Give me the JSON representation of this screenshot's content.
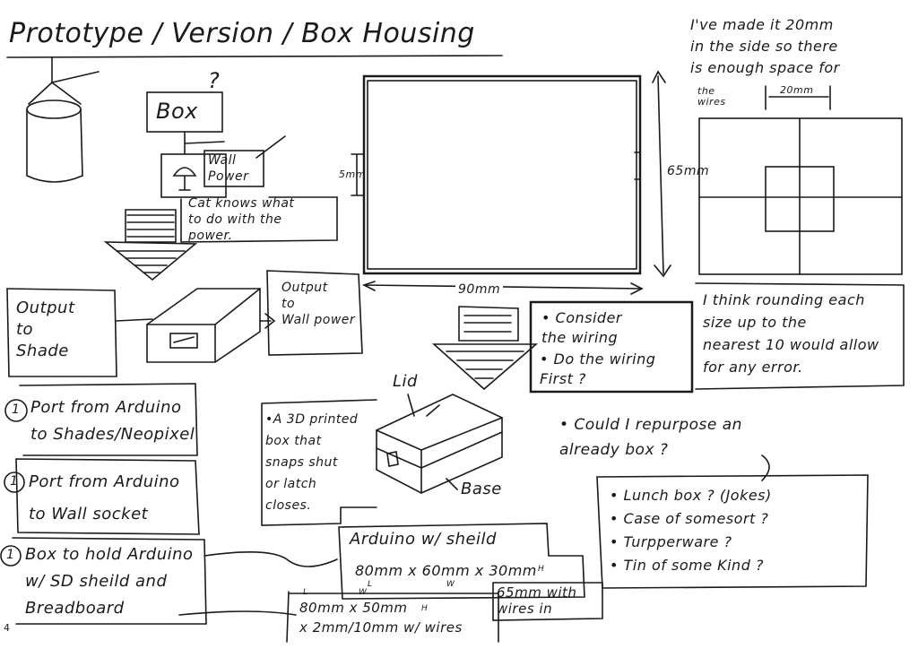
{
  "title": "Prototype / Version / Box Housing",
  "page_number": "4",
  "box_label": "Box",
  "box_question": "?",
  "wall_power": "Wall\nPower",
  "cat_note": "Cat knows what\nto do with the\npower.",
  "output_to_shade": "Output\nto\nShade",
  "output_to_wall": "Output\nto\nWall power",
  "dim_5mm": "5mm",
  "dim_65mm": "65mm",
  "dim_90mm": "90mm",
  "side_note": "I've made it 20mm\nin the side so there\nis enough space for",
  "the_wires": "the\nwires",
  "dim_20mm": "20mm",
  "rounding_note": "I think rounding each\nsize up to the\nnearest 10 would allow\nfor any error.",
  "wiring_notes": [
    "• Consider\n  the wiring",
    "• Do the wiring\n  First ?"
  ],
  "repurpose_note": "• Could I repurpose an\n  already box ?",
  "repurpose_options": [
    "• Lunch box ? (Jokes)",
    "• Case of somesort ?",
    "• Turpperware ?",
    "• Tin of some Kind ?"
  ],
  "tasks": [
    {
      "number": "1",
      "text": "Port from Arduino\nto Shades/Neopixel"
    },
    {
      "number": "1",
      "text": "Port from Arduino\nto Wall socket"
    },
    {
      "number": "1",
      "text": "Box to hold Arduino\nw/ SD sheild and\nBreadboard"
    }
  ],
  "printed_box_note": "•A 3D printed\nbox that\nsnaps shut\nor latch\ncloses.",
  "lid_label": "Lid",
  "base_label": "Base",
  "arduino_title": "Arduino w/ sheild",
  "arduino_dims": "80mm x 60mm x 30mm",
  "arduino_dim_letters": [
    "L",
    "W",
    "H"
  ],
  "wires_note": "65mm with\nwires in",
  "breadboard_dims": "80mm x 50mm\nx 2mm/10mm w/ wires",
  "breadboard_dim_letters": [
    "L",
    "W",
    "H"
  ]
}
